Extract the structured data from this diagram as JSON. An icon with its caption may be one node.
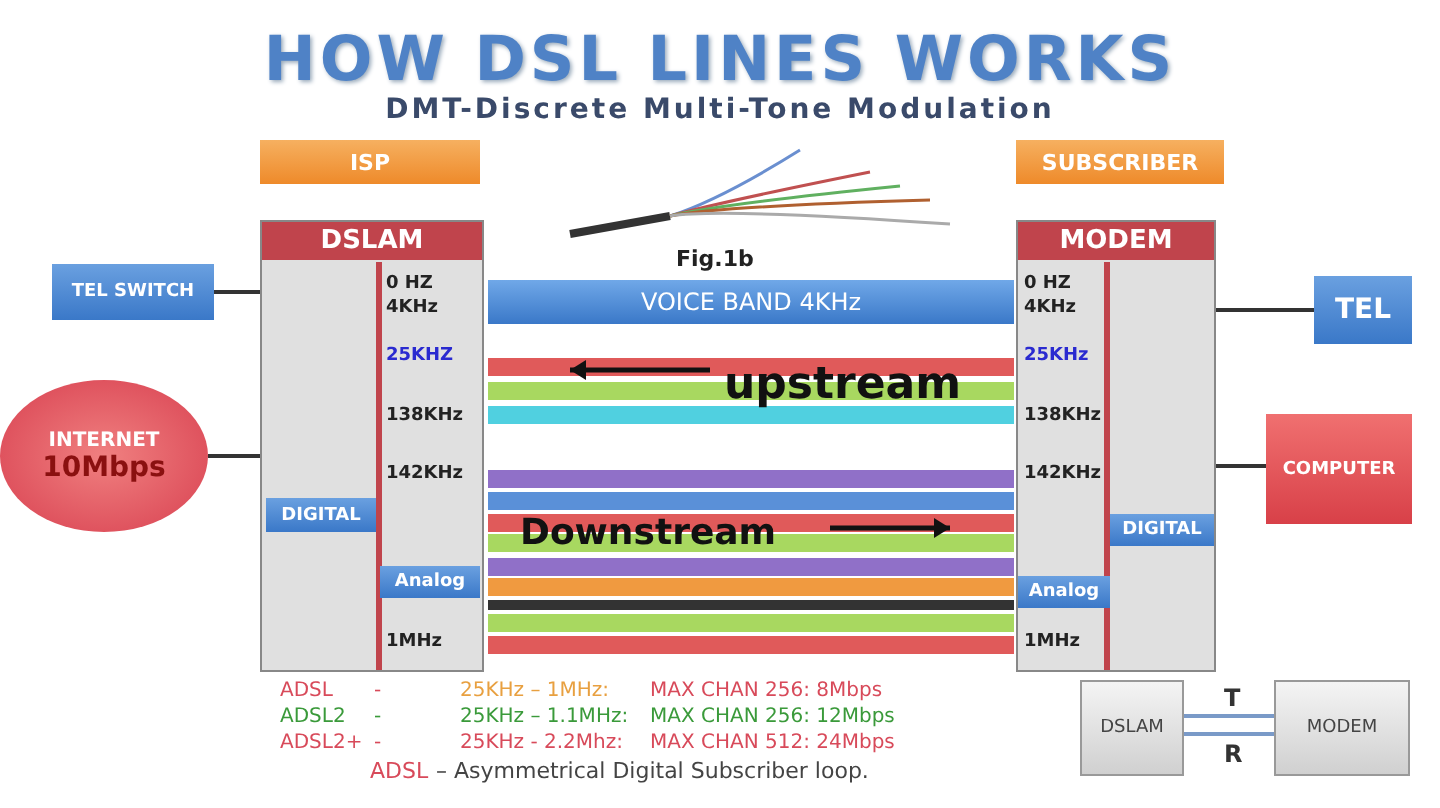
{
  "diagram": {
    "title": "HOW DSL LINES WORKS",
    "nodes": [
      {
        "text": [
          "ISP"
        ]
      },
      {
        "text": [
          "SUBSCRIBER"
        ]
      },
      {
        "text": [
          "DSLAM"
        ]
      },
      {
        "text": [
          "TEL SWITCH"
        ]
      },
      {
        "text": [
          "INTERNET",
          "10Mbps"
        ]
      },
      {
        "text": [
          "DIGITAL"
        ],
        "in": 2
      },
      {
        "text": [
          "Analog"
        ],
        "in": 2
      },
      {
        "text": [
          "MODEM"
        ]
      },
      {
        "text": [
          "DIGITAL"
        ],
        "in": 7
      },
      {
        "text": [
          "Analog"
        ],
        "in": 7
      },
      {
        "text": [
          "TEL"
        ]
      },
      {
        "text": [
          "COMPUTER"
        ]
      },
      {
        "text": [
          "VOICE BAND 4KHz"
        ]
      },
      {
        "text": [
          "DSLAM"
        ]
      },
      {
        "text": [
          "MODEM"
        ]
      }
    ],
    "edges": [
      {
        "from": 3,
        "to": 2,
        "arrow": "none"
      },
      {
        "from": 4,
        "to": 2,
        "arrow": "none"
      },
      {
        "from": 7,
        "to": 10,
        "arrow": "none"
      },
      {
        "from": 7,
        "to": 11,
        "arrow": "none"
      },
      {
        "from": 13,
        "to": 14,
        "arrow": "none",
        "label": "T",
        "color": "#7a9ac8"
      },
      {
        "from": 13,
        "to": 14,
        "arrow": "none",
        "label": "R",
        "color": "#7a9ac8"
      }
    ],
    "labels": [
      "DMT-Discrete Multi-Tone Modulation",
      "Fig.1b",
      "0 HZ",
      "4KHz",
      "25KHZ",
      "138KHz",
      "142KHz",
      "1MHz",
      "0 HZ",
      "4KHz",
      "25KHz",
      "138KHz",
      "142KHz",
      "1MHz",
      "upstream",
      "Downstream",
      "ADSL",
      "-",
      "25KHz – 1MHz:",
      "MAX CHAN 256:  8Mbps",
      "ADSL2",
      "-",
      "25KHz – 1.1MHz:",
      "MAX CHAN 256: 12Mbps",
      "ADSL2+",
      "-",
      "25KHz - 2.2Mhz:",
      "MAX CHAN 512:  24Mbps",
      "ADSL",
      "– Asymmetrical Digital Subscriber loop."
    ]
  }
}
